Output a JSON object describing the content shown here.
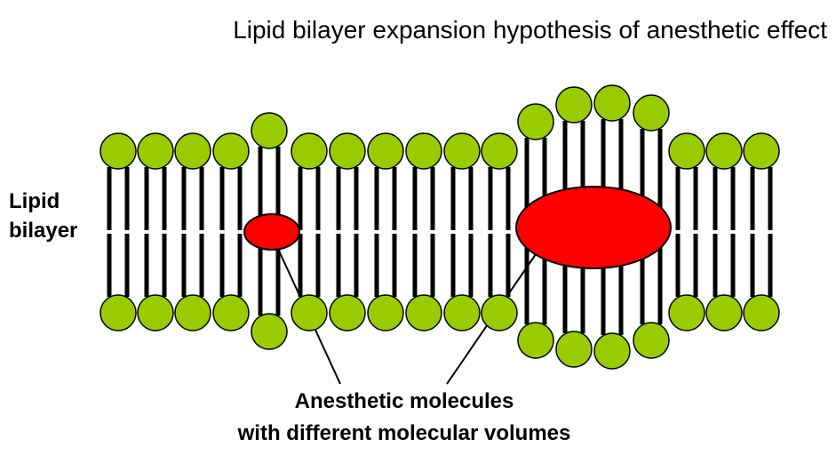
{
  "title": "Lipid bilayer expansion hypothesis of anesthetic effect",
  "side_label": {
    "line1": "Lipid",
    "line2": "bilayer"
  },
  "caption": {
    "line1": "Anesthetic molecules",
    "line2": "with different molecular volumes"
  },
  "colors": {
    "head": "#99cc00",
    "anesthetic": "#ff0000",
    "tail": "#000000"
  }
}
